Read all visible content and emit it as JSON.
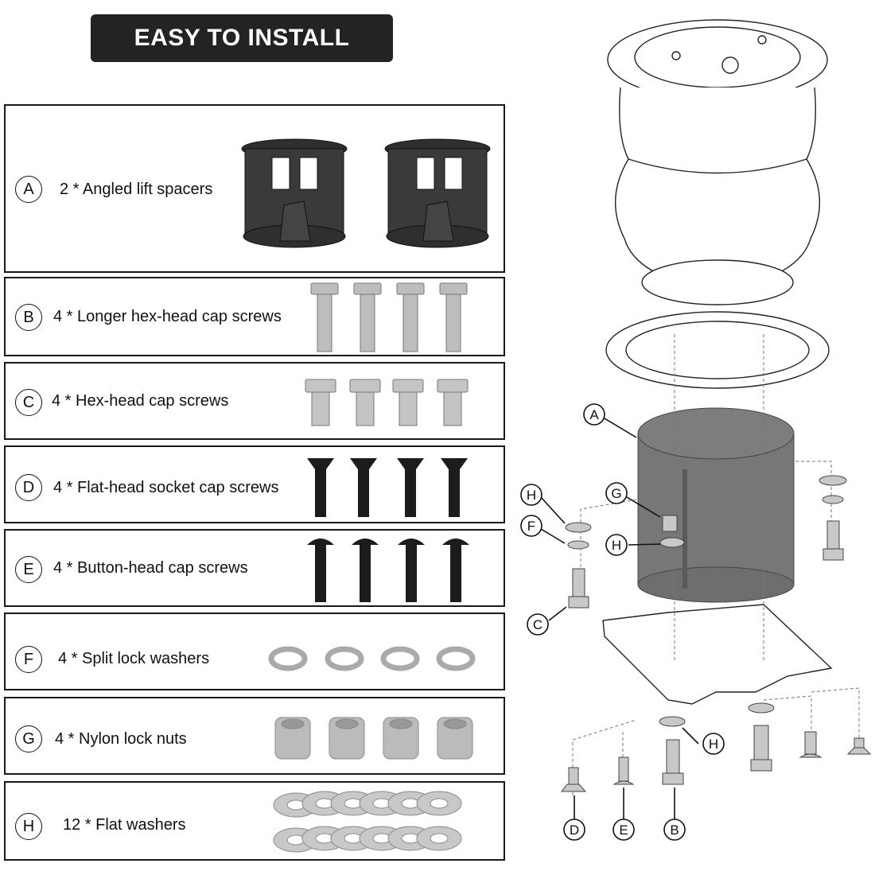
{
  "banner": {
    "title": "EASY TO INSTALL"
  },
  "parts": [
    {
      "letter": "A",
      "quantity": 2,
      "label": "2 *  Angled lift spacers",
      "icon": "lift-spacer-icon"
    },
    {
      "letter": "B",
      "quantity": 4,
      "label": "4 * Longer hex-head cap screws",
      "icon": "long-hex-screw-icon"
    },
    {
      "letter": "C",
      "quantity": 4,
      "label": "4 * Hex-head cap screws",
      "icon": "hex-screw-icon"
    },
    {
      "letter": "D",
      "quantity": 4,
      "label": "4 * Flat-head socket cap screws",
      "icon": "flat-head-screw-icon"
    },
    {
      "letter": "E",
      "quantity": 4,
      "label": "4 * Button-head cap screws",
      "icon": "button-head-screw-icon"
    },
    {
      "letter": "F",
      "quantity": 4,
      "label": "4 * Split lock washers",
      "icon": "split-lock-washer-icon"
    },
    {
      "letter": "G",
      "quantity": 4,
      "label": "4 * Nylon lock nuts",
      "icon": "nylon-lock-nut-icon"
    },
    {
      "letter": "H",
      "quantity": 12,
      "label": "12 * Flat washers",
      "icon": "flat-washer-icon"
    }
  ],
  "diagram": {
    "callouts": {
      "a": "A",
      "h_left": "H",
      "f_left": "F",
      "c_left": "C",
      "g_mid": "G",
      "h_mid": "H",
      "h_bottom": "H",
      "d_bottom": "D",
      "e_bottom": "E",
      "b_bottom": "B"
    }
  },
  "colors": {
    "banner_bg": "#232323",
    "spacer": "#3a3a3a",
    "steel": "#c9c9c9",
    "black_screw": "#1c1c1c",
    "diagram_spacer": "#777777"
  }
}
